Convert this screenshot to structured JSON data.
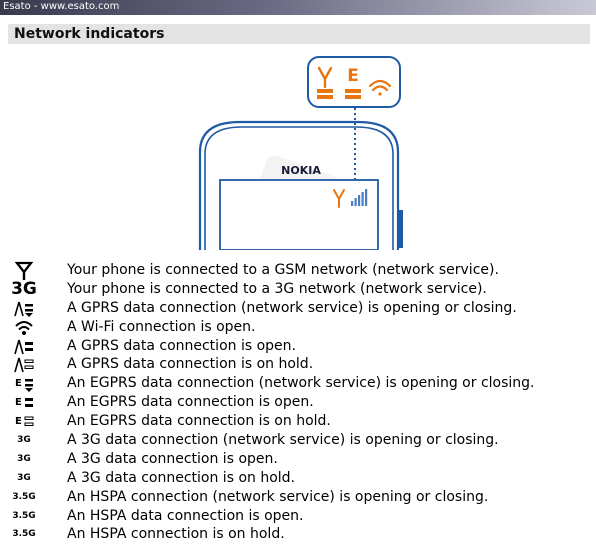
{
  "header": {
    "site": "Esato - www.esato.com"
  },
  "section": {
    "title": "Network indicators"
  },
  "illustration": {
    "brand": "NOKIA",
    "popup_icons": [
      "antenna-icon",
      "egprs-e-icon",
      "wifi-icon"
    ],
    "accent_color": "#e87511",
    "phone_outline_color": "#1f5aa6"
  },
  "indicators": [
    {
      "icon": "gsm-antenna-icon",
      "text": "Your phone is connected to a GSM network (network service)."
    },
    {
      "icon": "3g-icon",
      "label": "3G",
      "text": "Your phone is connected to a 3G network (network service)."
    },
    {
      "icon": "gprs-opening-icon",
      "text": "A GPRS data connection (network service) is opening or closing."
    },
    {
      "icon": "wifi-icon",
      "text": "A Wi-Fi connection is open."
    },
    {
      "icon": "gprs-open-icon",
      "text": "A GPRS data connection is open."
    },
    {
      "icon": "gprs-hold-icon",
      "text": "A GPRS data connection is on hold."
    },
    {
      "icon": "egprs-opening-icon",
      "text": "An EGPRS data connection (network service) is opening or closing."
    },
    {
      "icon": "egprs-open-icon",
      "text": "An EGPRS data connection is open."
    },
    {
      "icon": "egprs-hold-icon",
      "text": "An EGPRS data connection is on hold."
    },
    {
      "icon": "3g-data-opening-icon",
      "label": "3G",
      "text": "A 3G data connection (network service) is opening or closing."
    },
    {
      "icon": "3g-data-open-icon",
      "label": "3G",
      "text": "A 3G data connection is open."
    },
    {
      "icon": "3g-data-hold-icon",
      "label": "3G",
      "text": "A 3G data connection is on hold."
    },
    {
      "icon": "hspa-opening-icon",
      "label": "3.5G",
      "text": "An HSPA connection (network service) is opening or closing."
    },
    {
      "icon": "hspa-open-icon",
      "label": "3.5G",
      "text": "An HSPA data connection is open."
    },
    {
      "icon": "hspa-hold-icon",
      "label": "3.5G",
      "text": "An HSPA connection is on hold."
    }
  ]
}
